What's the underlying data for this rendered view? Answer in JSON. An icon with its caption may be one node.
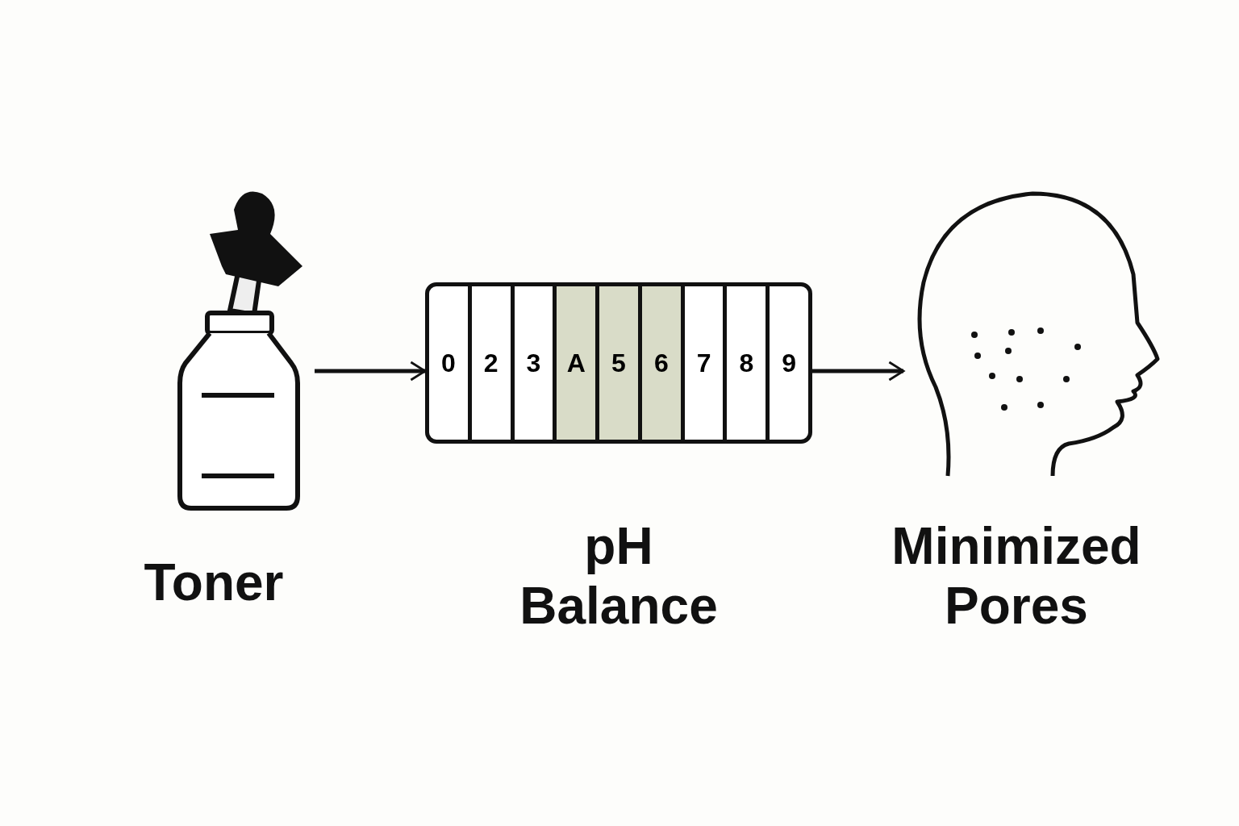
{
  "diagram": {
    "nodes": [
      {
        "text": [],
        "shape": "picture",
        "beside": [
          "Toner"
        ]
      },
      {
        "text": [
          "0",
          "2",
          "3",
          "A",
          "5",
          "6",
          "7",
          "8",
          "9"
        ],
        "beside": [
          "pH Balance"
        ]
      },
      {
        "text": [],
        "shape": "picture",
        "beside": [
          "Minimized Pores"
        ]
      }
    ],
    "edges": [
      {
        "from": 0,
        "to": 1,
        "arrow": "to"
      },
      {
        "from": 1,
        "to": 2,
        "arrow": "to"
      }
    ]
  }
}
